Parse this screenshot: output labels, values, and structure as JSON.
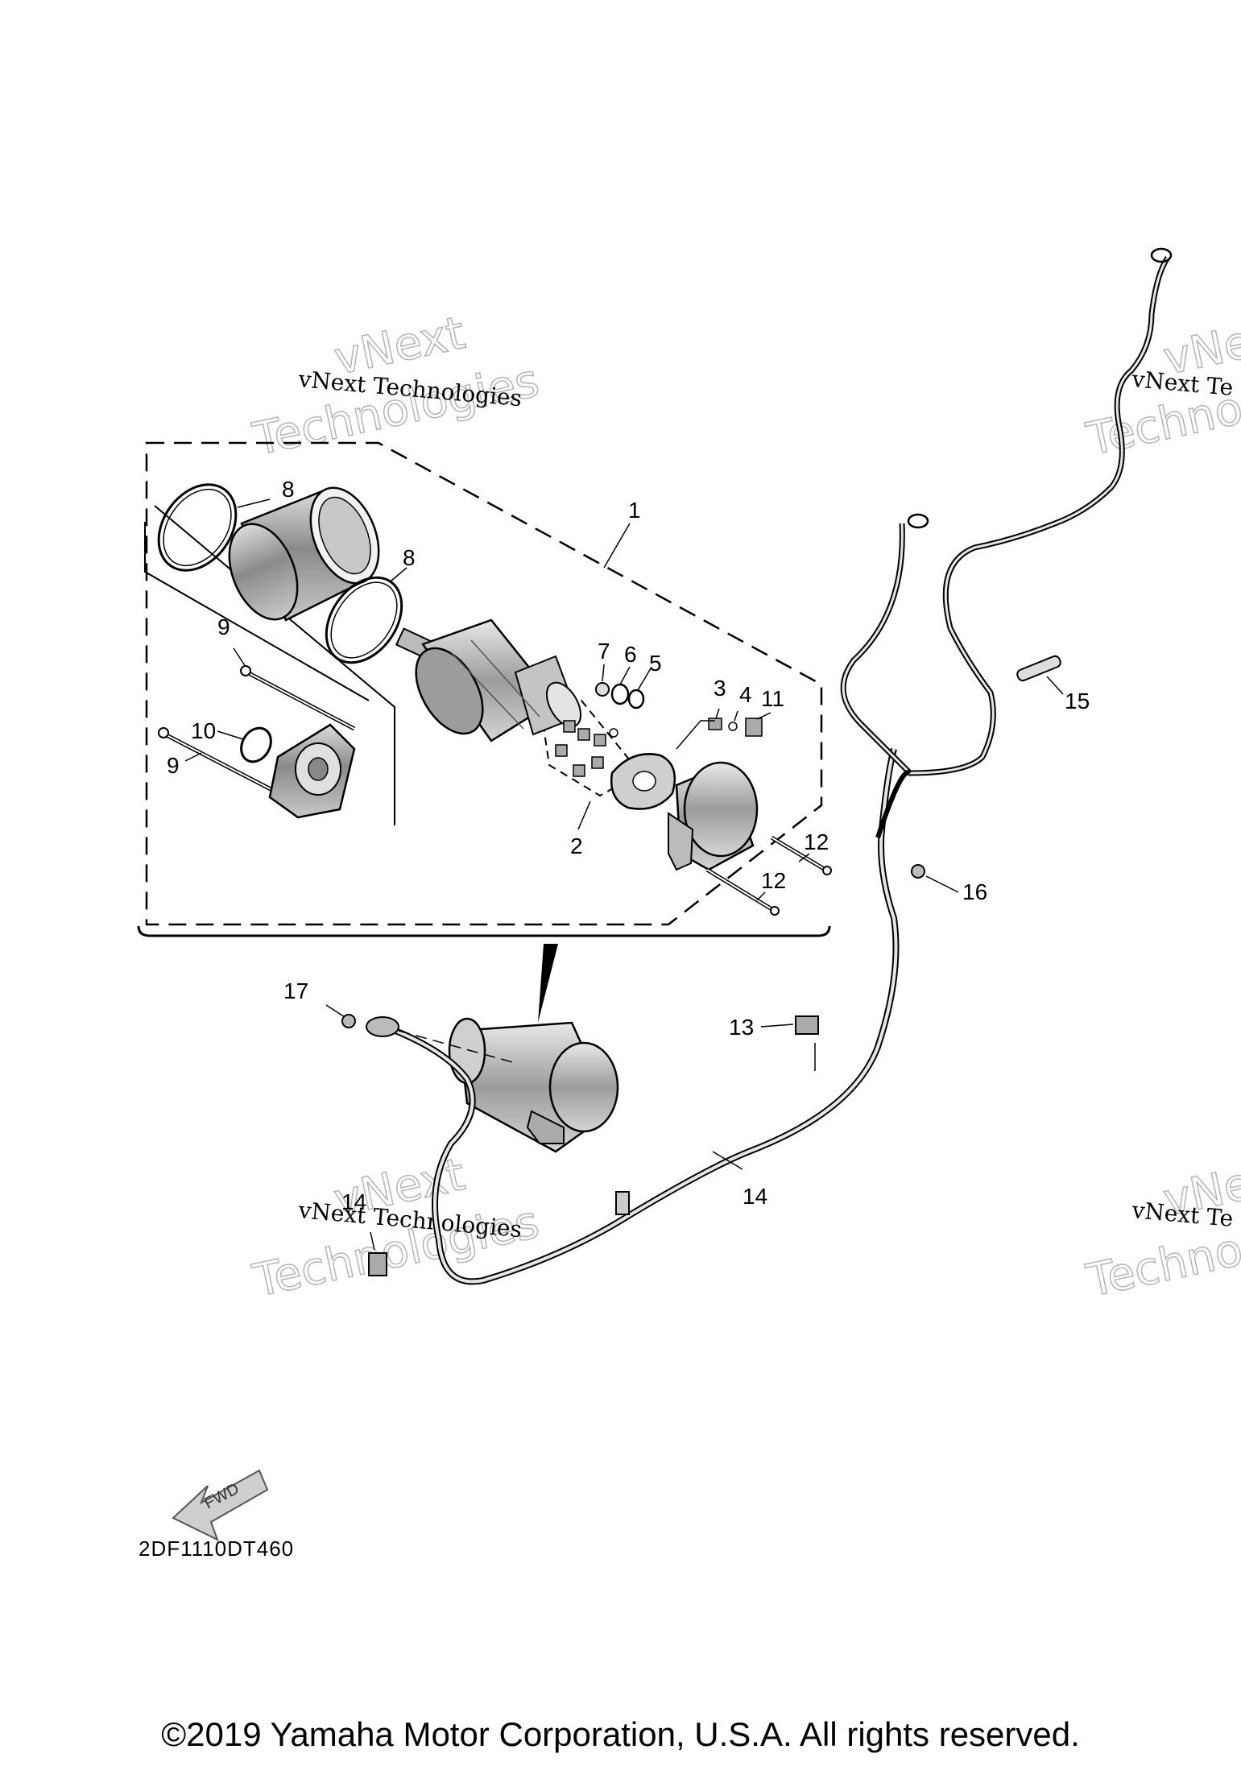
{
  "callouts": [
    {
      "id": "1",
      "label": "1"
    },
    {
      "id": "2",
      "label": "2"
    },
    {
      "id": "3",
      "label": "3"
    },
    {
      "id": "4",
      "label": "4"
    },
    {
      "id": "5",
      "label": "5"
    },
    {
      "id": "6",
      "label": "6"
    },
    {
      "id": "7",
      "label": "7"
    },
    {
      "id": "8a",
      "label": "8"
    },
    {
      "id": "8b",
      "label": "8"
    },
    {
      "id": "9a",
      "label": "9"
    },
    {
      "id": "9b",
      "label": "9"
    },
    {
      "id": "10",
      "label": "10"
    },
    {
      "id": "11",
      "label": "11"
    },
    {
      "id": "12a",
      "label": "12"
    },
    {
      "id": "12b",
      "label": "12"
    },
    {
      "id": "13",
      "label": "13"
    },
    {
      "id": "14a",
      "label": "14"
    },
    {
      "id": "14b",
      "label": "14"
    },
    {
      "id": "15",
      "label": "15"
    },
    {
      "id": "16",
      "label": "16"
    },
    {
      "id": "17",
      "label": "17"
    }
  ],
  "watermark": {
    "company": "vNext Technologies",
    "word1": "vNext",
    "word2": "Technologies",
    "partial_company": "vNext Te",
    "partial_word1": "vNe",
    "partial_word2": "Techno"
  },
  "fwd_arrow_label": "FWD",
  "diagram_code": "2DF1110DT460",
  "copyright": "©2019 Yamaha Motor Corporation, U.S.A. All rights reserved."
}
